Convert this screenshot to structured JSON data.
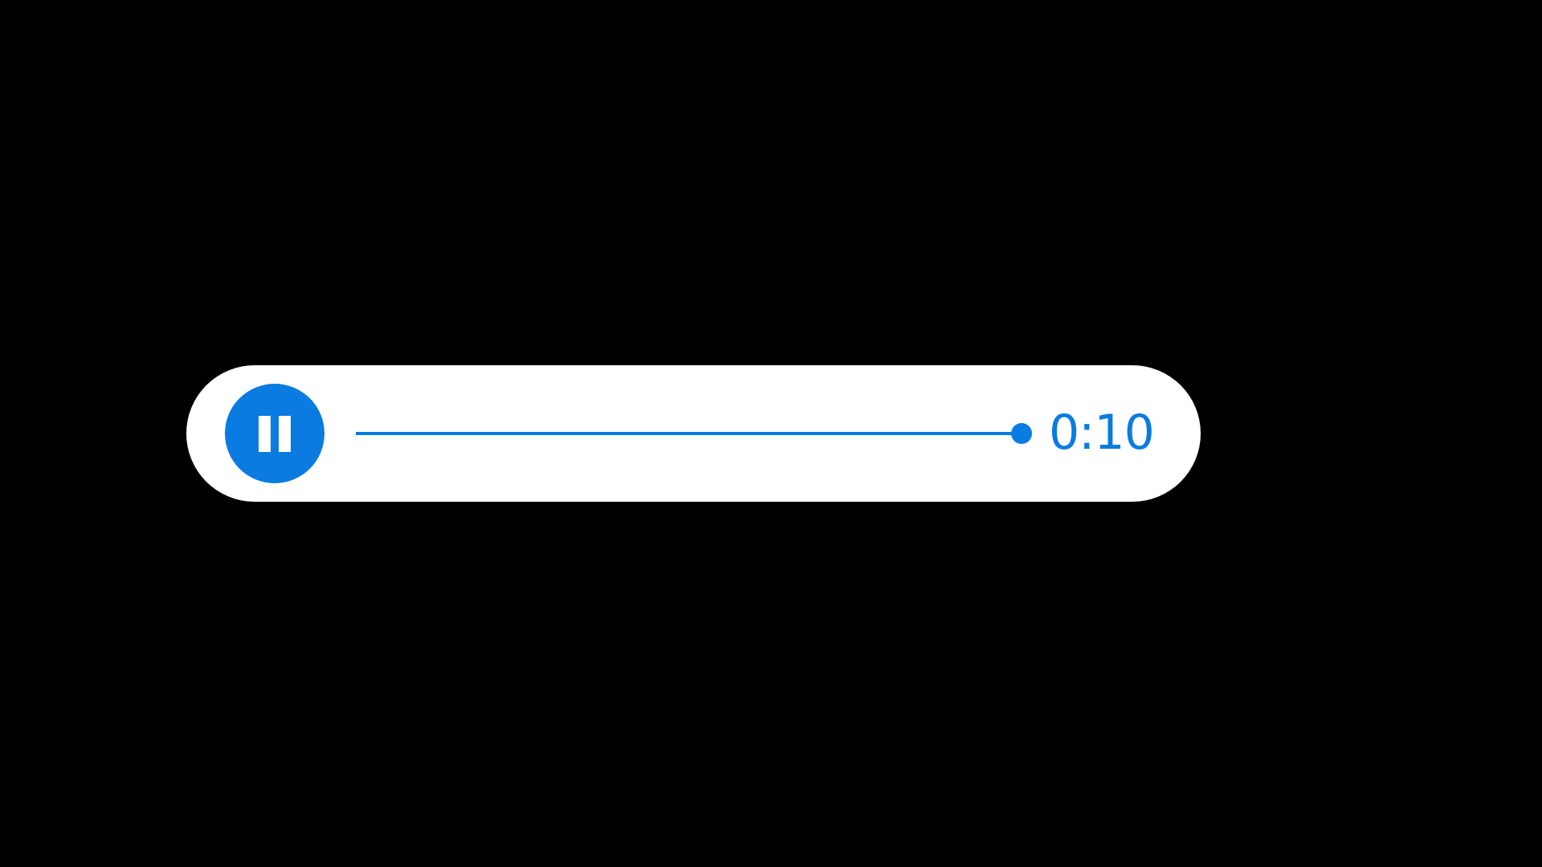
{
  "player": {
    "state": "playing",
    "button_icon": "pause-icon",
    "time_display": "0:10",
    "progress_percent": 100,
    "colors": {
      "accent": "#0a7be0",
      "background": "#ffffff",
      "page": "#000000"
    }
  }
}
